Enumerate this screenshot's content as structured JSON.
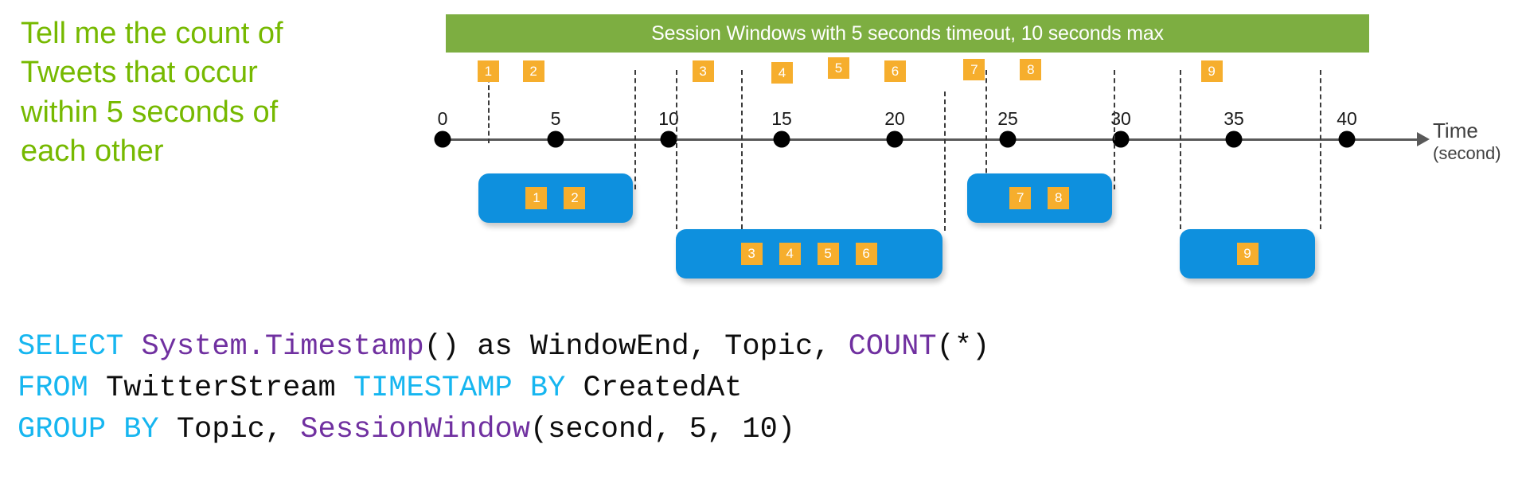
{
  "prompt": {
    "text": "Tell me the count of\nTweets that occur\nwithin 5 seconds of\neach other",
    "color": "#76B900"
  },
  "diagram": {
    "header": {
      "label": "Session Windows with 5 seconds timeout, 10 seconds max",
      "bg": "#7DAE41",
      "text_color": "#FFFFFF"
    },
    "axis": {
      "label": "Time",
      "label_sub": "(second)",
      "tick_labels": [
        "0",
        "5",
        "10",
        "15",
        "20",
        "25",
        "30",
        "35",
        "40"
      ],
      "tick_values": [
        0,
        5,
        10,
        15,
        20,
        25,
        30,
        35,
        40
      ],
      "line_color": "#595959",
      "dot_color": "#000000"
    },
    "events": [
      {
        "id": "1",
        "time": 2.0
      },
      {
        "id": "2",
        "time": 4.0
      },
      {
        "id": "3",
        "time": 11.5
      },
      {
        "id": "4",
        "time": 15.0
      },
      {
        "id": "5",
        "time": 17.5
      },
      {
        "id": "6",
        "time": 20.0
      },
      {
        "id": "7",
        "time": 23.5
      },
      {
        "id": "8",
        "time": 26.0
      },
      {
        "id": "9",
        "time": 34.0
      }
    ],
    "sessions": [
      {
        "name": "session-1",
        "chips": [
          "1",
          "2"
        ],
        "start": 1.6,
        "end": 8.4,
        "row": 0
      },
      {
        "name": "session-2",
        "chips": [
          "3",
          "4",
          "5",
          "6"
        ],
        "start": 10.3,
        "end": 22.1,
        "row": 1
      },
      {
        "name": "session-3",
        "chips": [
          "7",
          "8"
        ],
        "start": 23.2,
        "end": 29.6,
        "row": 0
      },
      {
        "name": "session-4",
        "chips": [
          "9"
        ],
        "start": 32.6,
        "end": 38.6,
        "row": 1
      }
    ],
    "chip_color": "#F6AE2D",
    "session_color": "#0E90DE",
    "dashed_markers": [
      2.0,
      8.5,
      10.3,
      13.2,
      22.2,
      24.0,
      29.7,
      32.6,
      38.8
    ]
  },
  "sql": {
    "lines": [
      [
        {
          "t": "SELECT ",
          "c": "kw"
        },
        {
          "t": "System.Timestamp",
          "c": "fn"
        },
        {
          "t": "() as WindowEnd, Topic, ",
          "c": "pl"
        },
        {
          "t": "COUNT",
          "c": "fn"
        },
        {
          "t": "(*)",
          "c": "pl"
        }
      ],
      [
        {
          "t": "FROM ",
          "c": "kw"
        },
        {
          "t": "TwitterStream ",
          "c": "pl"
        },
        {
          "t": "TIMESTAMP BY ",
          "c": "kw"
        },
        {
          "t": "CreatedAt",
          "c": "pl"
        }
      ],
      [
        {
          "t": "GROUP BY ",
          "c": "kw"
        },
        {
          "t": "Topic, ",
          "c": "pl"
        },
        {
          "t": "SessionWindow",
          "c": "fn"
        },
        {
          "t": "(second, 5, 10)",
          "c": "pl"
        }
      ]
    ],
    "colors": {
      "keyword": "#16B6F0",
      "function": "#7030A0",
      "plain": "#0D0D0D"
    }
  }
}
